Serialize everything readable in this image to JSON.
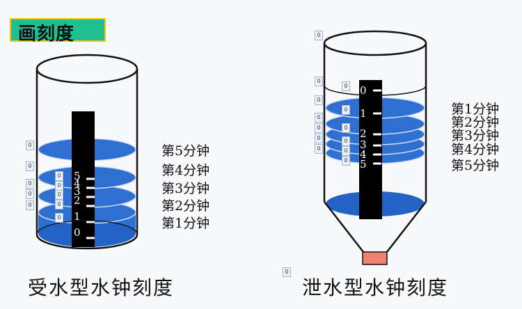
{
  "title": "画刻度",
  "left_vessel": {
    "caption": "受水型水钟刻度",
    "scale_numbers": [
      "5",
      "4",
      "3",
      "2",
      "1",
      "0"
    ],
    "minute_labels": [
      "第5分钟",
      "第4分钟",
      "第3分钟",
      "第2分钟",
      "第1分钟"
    ]
  },
  "right_vessel": {
    "caption": "泄水型水钟刻度",
    "scale_numbers": [
      "0",
      "1",
      "2",
      "3",
      "4",
      "5"
    ],
    "minute_labels": [
      "第1分钟",
      "第2分钟",
      "第3分钟",
      "第4分钟",
      "第5分钟"
    ]
  },
  "marker": "0",
  "colors": {
    "title_bg": "#1fbf8f",
    "title_border": "#f4c400",
    "water": "#2468c8",
    "scale": "#000000",
    "outlet": "#f08070"
  }
}
